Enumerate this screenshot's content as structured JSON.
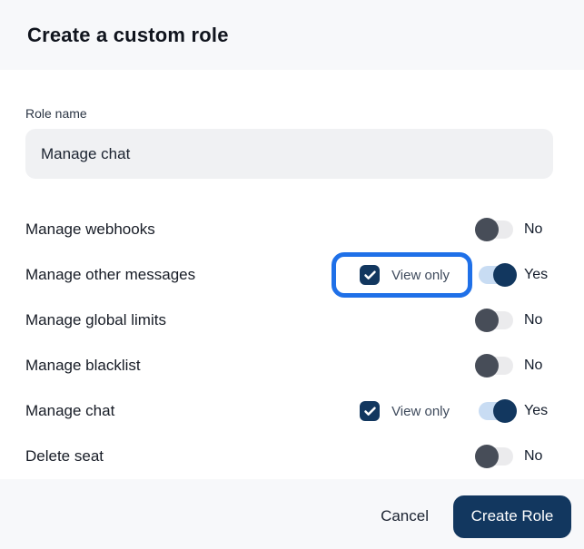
{
  "dialog": {
    "title": "Create a custom role",
    "role_name_field": {
      "label": "Role name",
      "value": "Manage chat"
    },
    "permissions": [
      {
        "label": "Manage webhooks",
        "enabled": false,
        "state_label": "No",
        "view_only": null,
        "highlighted": false
      },
      {
        "label": "Manage other messages",
        "enabled": true,
        "state_label": "Yes",
        "view_only": {
          "label": "View only",
          "checked": true
        },
        "highlighted": true
      },
      {
        "label": "Manage global limits",
        "enabled": false,
        "state_label": "No",
        "view_only": null,
        "highlighted": false
      },
      {
        "label": "Manage blacklist",
        "enabled": false,
        "state_label": "No",
        "view_only": null,
        "highlighted": false
      },
      {
        "label": "Manage chat",
        "enabled": true,
        "state_label": "Yes",
        "view_only": {
          "label": "View only",
          "checked": true
        },
        "highlighted": false
      },
      {
        "label": "Delete seat",
        "enabled": false,
        "state_label": "No",
        "view_only": null,
        "highlighted": false
      }
    ],
    "footer": {
      "cancel_label": "Cancel",
      "submit_label": "Create Role"
    },
    "colors": {
      "header_footer_bg": "#f7f8fa",
      "body_bg": "#ffffff",
      "accent_navy": "#12375f",
      "highlight_ring_blue": "#1f70e8",
      "toggle_on_track": "#c8dcf3",
      "toggle_off_track": "#ebebed",
      "toggle_off_knob": "#474d58",
      "input_bg": "#f0f1f3"
    }
  }
}
